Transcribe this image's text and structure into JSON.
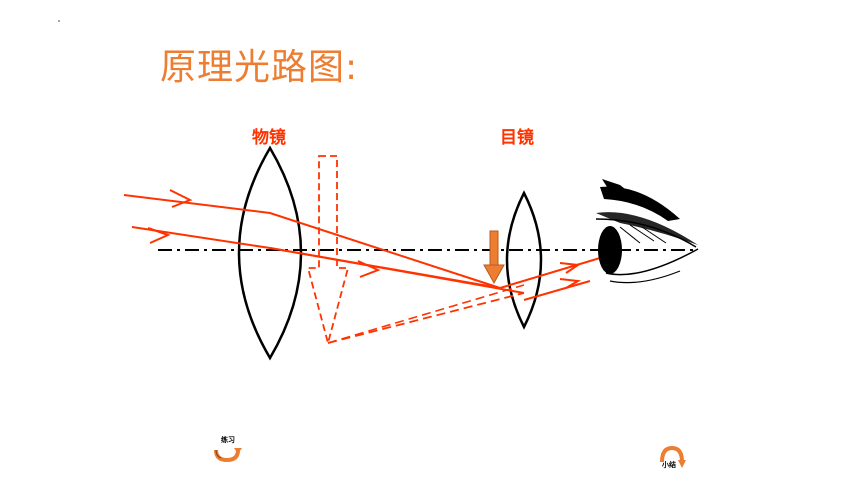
{
  "title": "原理光路图:",
  "labels": {
    "objective": "物镜",
    "eyepiece": "目镜"
  },
  "nav": {
    "practice": "练习",
    "summary": "小结"
  },
  "colors": {
    "title": "#ED7D31",
    "label": "#FF3300",
    "ray": "#FF3300",
    "image_arrow": "#ED7D31",
    "lens": "#000000"
  },
  "icons": {
    "eye": "eye-icon",
    "practice": "curved-arrow-icon",
    "summary": "curved-arrow-icon"
  }
}
